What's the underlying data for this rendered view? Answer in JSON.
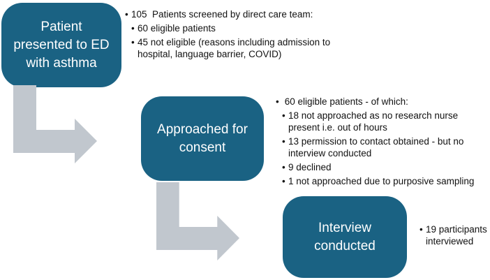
{
  "diagram": {
    "bullet_char": "•",
    "colors": {
      "box_fill": "#1a6283",
      "box_text": "#ffffff",
      "arrow_fill": "#c1c7ce",
      "bullet_text": "#111111"
    },
    "boxes": [
      {
        "label": "Patient\npresented to ED\nwith asthma"
      },
      {
        "label": "Approached for\nconsent"
      },
      {
        "label": "Interview\nconducted"
      }
    ],
    "lists": [
      {
        "items": [
          {
            "level": 1,
            "text": "105  Patients screened by direct care team:"
          },
          {
            "level": 2,
            "text": "60 eligible patients"
          },
          {
            "level": 2,
            "text": "45 not eligible (reasons including admission to\nhospital, language barrier, COVID)"
          }
        ]
      },
      {
        "items": [
          {
            "level": 1,
            "text": " 60 eligible patients - of which:"
          },
          {
            "level": 2,
            "text": "18 not approached as no research nurse\npresent i.e. out of hours"
          },
          {
            "level": 2,
            "text": "13 permission to contact obtained - but no\ninterview conducted"
          },
          {
            "level": 2,
            "text": "9 declined"
          },
          {
            "level": 2,
            "text": "1 not approached due to purposive sampling"
          }
        ]
      },
      {
        "items": [
          {
            "level": 1,
            "text": "19 participants\ninterviewed"
          }
        ]
      }
    ]
  }
}
